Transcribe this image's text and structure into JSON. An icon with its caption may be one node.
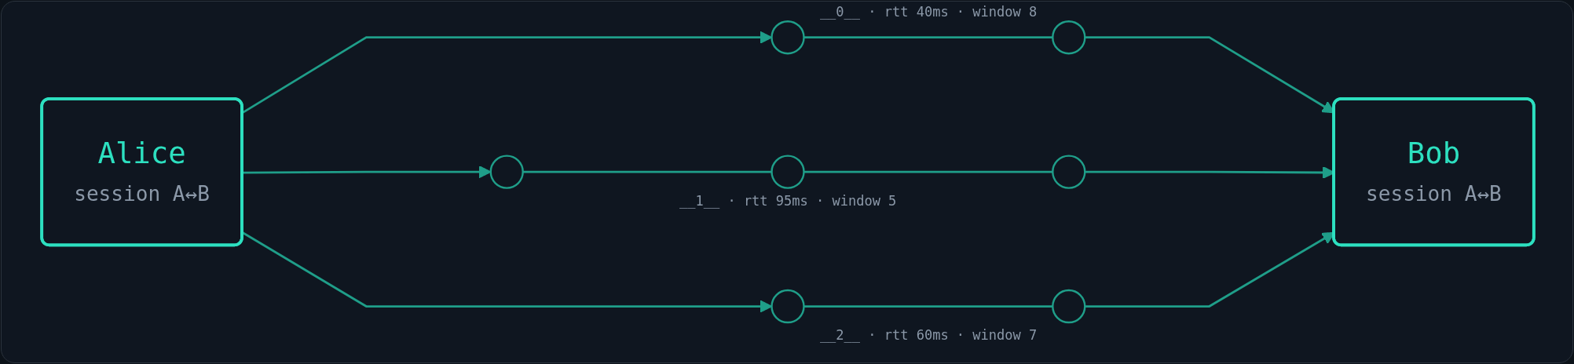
{
  "diagram": {
    "nodes": [
      {
        "text": [
          "Alice",
          "session A↔B"
        ]
      },
      {
        "text": [],
        "shape": "circle"
      },
      {
        "text": [],
        "shape": "circle"
      },
      {
        "text": [],
        "shape": "circle"
      },
      {
        "text": [],
        "shape": "circle"
      },
      {
        "text": [],
        "shape": "circle"
      },
      {
        "text": [],
        "shape": "circle"
      },
      {
        "text": [],
        "shape": "circle"
      },
      {
        "text": [
          "Bob",
          "session A↔B"
        ]
      }
    ],
    "edges": [
      {
        "from": 0,
        "to": 1,
        "arrow": "to"
      },
      {
        "from": 1,
        "to": 2,
        "arrow": "none"
      },
      {
        "from": 2,
        "to": 8,
        "arrow": "to"
      },
      {
        "from": 0,
        "to": 3,
        "arrow": "to"
      },
      {
        "from": 3,
        "to": 4,
        "arrow": "none"
      },
      {
        "from": 4,
        "to": 5,
        "arrow": "none"
      },
      {
        "from": 5,
        "to": 8,
        "arrow": "to"
      },
      {
        "from": 0,
        "to": 6,
        "arrow": "to"
      },
      {
        "from": 6,
        "to": 7,
        "arrow": "none"
      },
      {
        "from": 7,
        "to": 8,
        "arrow": "to"
      }
    ],
    "labels": [
      "__0__ · rtt 40ms · window 8",
      "__1__ · rtt 95ms · window 5",
      "__2__ · rtt 60ms · window 7"
    ]
  }
}
